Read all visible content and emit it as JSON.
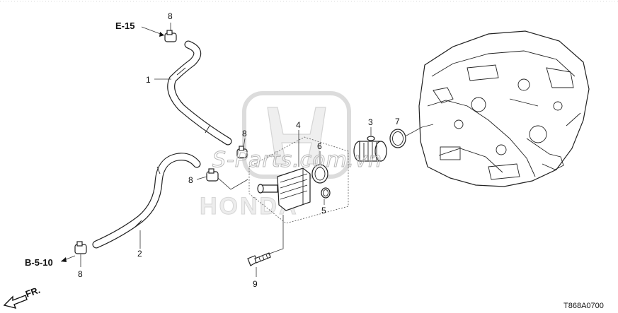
{
  "diagram": {
    "watermark_logo": "HONDA",
    "watermark_site": "S-Parts.com.vn",
    "drawing_code": "T868A0700",
    "direction_arrow_label": "FR.",
    "references": [
      {
        "id": "ref-e15",
        "label": "E-15"
      },
      {
        "id": "ref-b510",
        "label": "B-5-10"
      }
    ],
    "callouts": [
      {
        "id": "c8a",
        "label": "8"
      },
      {
        "id": "c1",
        "label": "1"
      },
      {
        "id": "c8b",
        "label": "8"
      },
      {
        "id": "c4",
        "label": "4"
      },
      {
        "id": "c6",
        "label": "6"
      },
      {
        "id": "c3",
        "label": "3"
      },
      {
        "id": "c7",
        "label": "7"
      },
      {
        "id": "c8c",
        "label": "8"
      },
      {
        "id": "c5",
        "label": "5"
      },
      {
        "id": "c2",
        "label": "2"
      },
      {
        "id": "c8d",
        "label": "8"
      },
      {
        "id": "c9",
        "label": "9"
      }
    ],
    "parts": [
      {
        "number": "1",
        "name": "hose"
      },
      {
        "number": "2",
        "name": "hose"
      },
      {
        "number": "3",
        "name": "filter"
      },
      {
        "number": "4",
        "name": "oil-cooler"
      },
      {
        "number": "5",
        "name": "o-ring"
      },
      {
        "number": "6",
        "name": "o-ring"
      },
      {
        "number": "7",
        "name": "o-ring"
      },
      {
        "number": "8",
        "name": "hose-clamp"
      },
      {
        "number": "9",
        "name": "flange-bolt"
      }
    ]
  }
}
